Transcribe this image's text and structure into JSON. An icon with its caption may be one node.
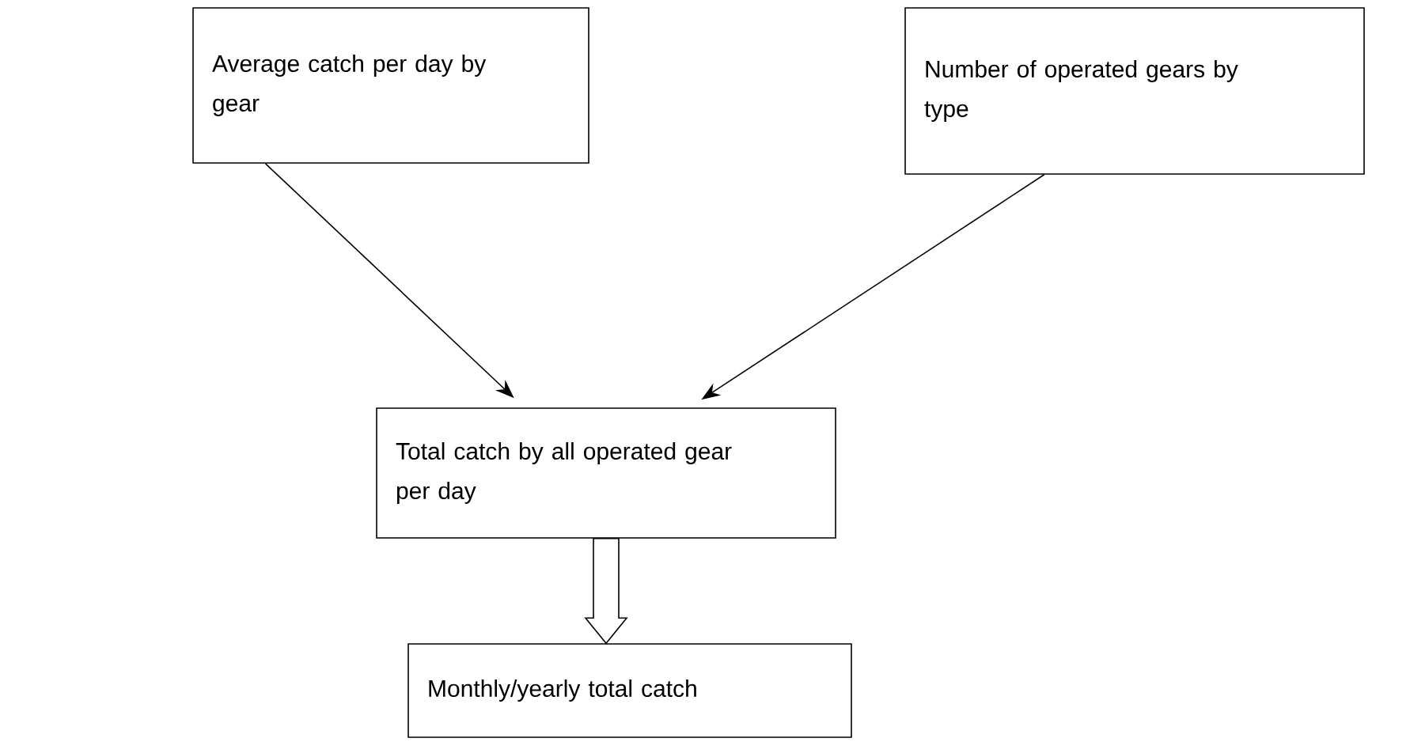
{
  "diagram": {
    "nodes": [
      {
        "text": [
          "Average catch per day by gear"
        ]
      },
      {
        "text": [
          "Number of operated gears by type"
        ]
      },
      {
        "text": [
          "Total catch by all operated gear per day"
        ]
      },
      {
        "text": [
          "Monthly/yearly total catch"
        ]
      }
    ],
    "edges": [
      {
        "from": 0,
        "to": 2,
        "arrow": "to"
      },
      {
        "from": 1,
        "to": 2,
        "arrow": "to"
      },
      {
        "from": 2,
        "to": 3,
        "arrow": "to",
        "style": "thick"
      }
    ]
  }
}
